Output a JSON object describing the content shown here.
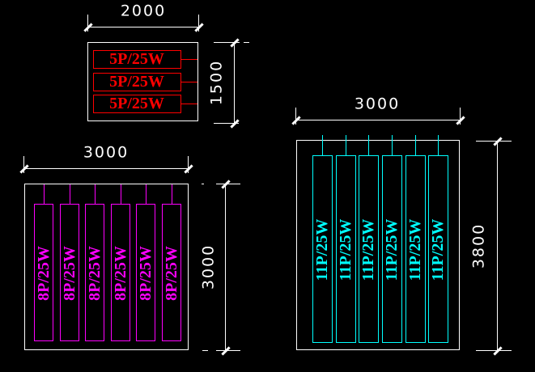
{
  "canvas": {
    "background": "#000000",
    "dimension_color": "#ffffff"
  },
  "panels": [
    {
      "id": "panel-type-a",
      "unit_label": "5P/25W",
      "unit_count": 3,
      "orientation": "horizontal",
      "width_label": "2000",
      "height_label": "1500",
      "color": "#ff0000"
    },
    {
      "id": "panel-type-b",
      "unit_label": "8P/25W",
      "unit_count": 6,
      "orientation": "vertical",
      "width_label": "3000",
      "height_label": "3000",
      "color": "#ff00ff"
    },
    {
      "id": "panel-type-c",
      "unit_label": "11P/25W",
      "unit_count": 6,
      "orientation": "vertical",
      "width_label": "3000",
      "height_label": "3800",
      "color": "#00ffff"
    }
  ]
}
